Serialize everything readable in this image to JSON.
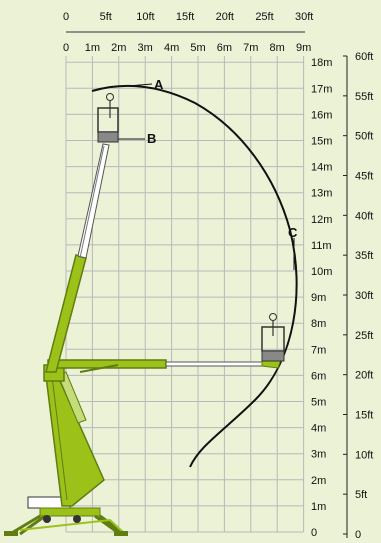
{
  "scales": {
    "feet_top": [
      "0",
      "5ft",
      "10ft",
      "15ft",
      "20ft",
      "25ft",
      "30ft"
    ],
    "meters_top": [
      "0",
      "1m",
      "2m",
      "3m",
      "4m",
      "5m",
      "6m",
      "7m",
      "8m",
      "9m"
    ],
    "meters_height": [
      "18m",
      "17m",
      "16m",
      "15m",
      "14m",
      "13m",
      "12m",
      "11m",
      "10m",
      "9m",
      "8m",
      "7m",
      "6m",
      "5m",
      "4m",
      "3m",
      "2m",
      "1m",
      "0"
    ],
    "feet_height": [
      "60ft",
      "55ft",
      "50ft",
      "45ft",
      "40ft",
      "35ft",
      "30ft",
      "25ft",
      "20ft",
      "15ft",
      "10ft",
      "5ft",
      "0"
    ]
  },
  "markers": {
    "a": "A",
    "b": "B",
    "c": "C"
  },
  "colors": {
    "background": "#ebf2d6",
    "grid": "#b9b9b9",
    "boom": "#9cc21a",
    "boom_dark": "#5f7d10",
    "envelope": "#111111"
  }
}
